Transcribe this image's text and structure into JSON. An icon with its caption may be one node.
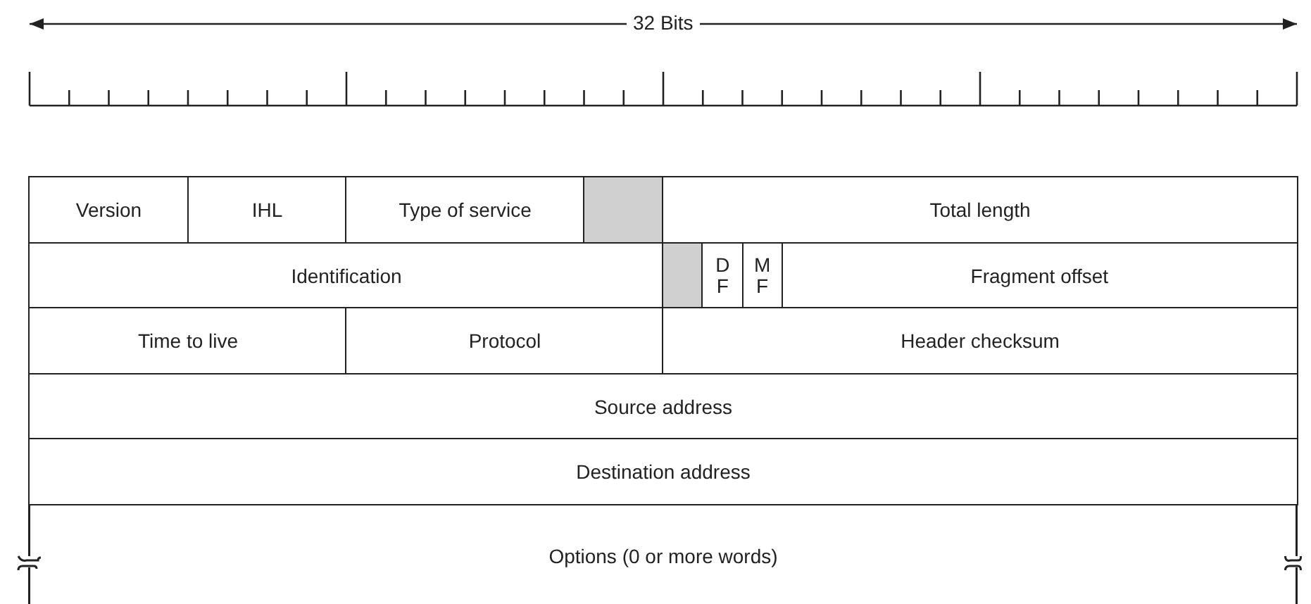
{
  "diagram": {
    "nodes": [
      {
        "text": [
          "Version"
        ]
      },
      {
        "text": [
          "IHL"
        ]
      },
      {
        "text": [
          "Type of service"
        ]
      },
      {
        "text": [],
        "shape": "box"
      },
      {
        "text": [
          "Total length"
        ]
      },
      {
        "text": [
          "Identification"
        ]
      },
      {
        "text": [],
        "shape": "box"
      },
      {
        "text": [
          "D F"
        ]
      },
      {
        "text": [
          "M F"
        ]
      },
      {
        "text": [
          "Fragment offset"
        ]
      },
      {
        "text": [
          "Time to live"
        ]
      },
      {
        "text": [
          "Protocol"
        ]
      },
      {
        "text": [
          "Header checksum"
        ]
      },
      {
        "text": [
          "Source address"
        ]
      },
      {
        "text": [
          "Destination address"
        ]
      },
      {
        "text": [
          "Options (0 or more words)"
        ]
      }
    ],
    "labels": [
      "32 Bits"
    ]
  }
}
